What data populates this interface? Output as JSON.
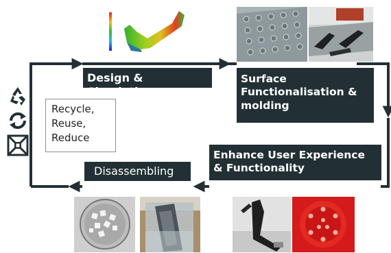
{
  "steps": {
    "design": "Design & Simulation",
    "surface": {
      "line1": "Surface",
      "line2": "Functionalisation &",
      "line3": "molding"
    },
    "enhance": {
      "line1": "Enhance User Experience",
      "line2": "& Functionality"
    },
    "disassembling": "Disassembling",
    "recycle": {
      "line1": "Recycle,",
      "line2": "Reuse,",
      "line3": "Reduce"
    }
  },
  "icons": [
    "recycle-icon",
    "refresh-icon",
    "frame-icon"
  ],
  "images": [
    "fea-simulation-image",
    "molded-plates-image",
    "molded-parts-tray-image",
    "petri-dish-image",
    "beaker-part-image",
    "flexible-circuit-part-image",
    "red-led-image"
  ],
  "colors": {
    "dark": "#223035",
    "label_bg": "#223035",
    "label_text": "#ffffff",
    "recycle_border": "#8a8f92"
  }
}
